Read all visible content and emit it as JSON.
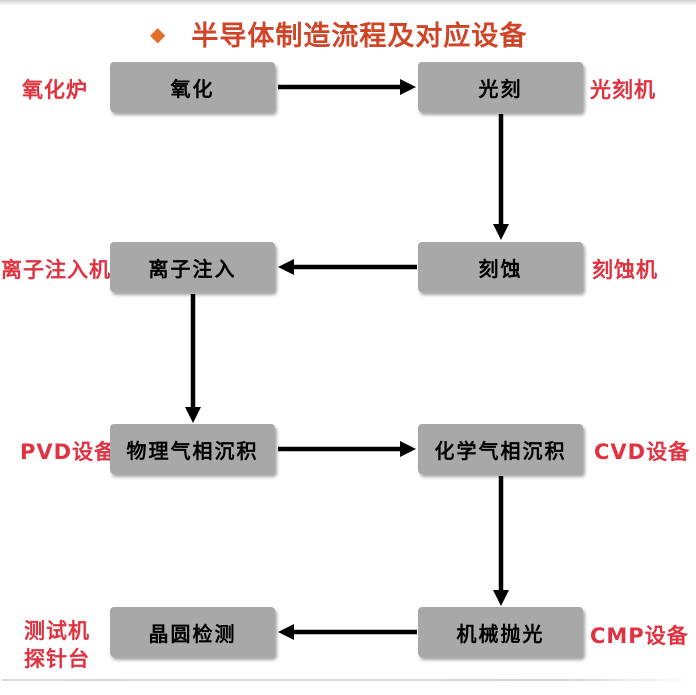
{
  "title": {
    "bullet": "◆",
    "text": "半导体制造流程及对应设备"
  },
  "flow": {
    "oxidation": {
      "step": "氧化",
      "equipment": "氧化炉"
    },
    "lithography": {
      "step": "光刻",
      "equipment": "光刻机"
    },
    "ion_implantation": {
      "step": "离子注入",
      "equipment": "离子注入机"
    },
    "etching": {
      "step": "刻蚀",
      "equipment": "刻蚀机"
    },
    "pvd": {
      "step": "物理气相沉积",
      "equipment": "PVD设备"
    },
    "cvd": {
      "step": "化学气相沉积",
      "equipment": "CVD设备"
    },
    "wafer_test": {
      "step": "晶圆检测",
      "equipment_lines": [
        "测试机",
        "探针台"
      ]
    },
    "cmp": {
      "step": "机械抛光",
      "equipment": "CMP设备"
    }
  },
  "colors": {
    "title": "#d04527",
    "bullet": "#e2702a",
    "equipment_label": "#e03240",
    "box_fill": "#a8a8a8",
    "arrow": "#000000"
  }
}
